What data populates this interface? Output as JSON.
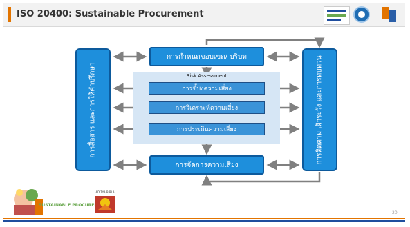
{
  "slide": {
    "title": "ISO 20400: Sustainable Procurement",
    "page_number": "20"
  },
  "diagram": {
    "top_box": "การกำหนดขอบเขต/ บริบท",
    "bottom_box": "การจัดการความเสี่ยง",
    "left_box": "การสื่อสาร และการให้คำปรึกษา",
    "right_box": "การติดตาม เฝ้าระวัง และการทบทวน",
    "risk_assessment": {
      "title": "Risk Assessment",
      "items": [
        "การชี้บ่งความเสี่ยง",
        "การวิเคราะห์ความเสี่ยง",
        "การประเมินความเสี่ยง"
      ]
    }
  },
  "footer": {
    "sp_logo_text": "SUSTAINABLE PROCUREMENT",
    "ab_logo_text": "ADITYA BIRLA"
  },
  "colors": {
    "box_fill": "#1e8fdc",
    "box_border": "#0d5a9c",
    "accent": "#e27400",
    "risk_panel": "#d6e6f5"
  }
}
